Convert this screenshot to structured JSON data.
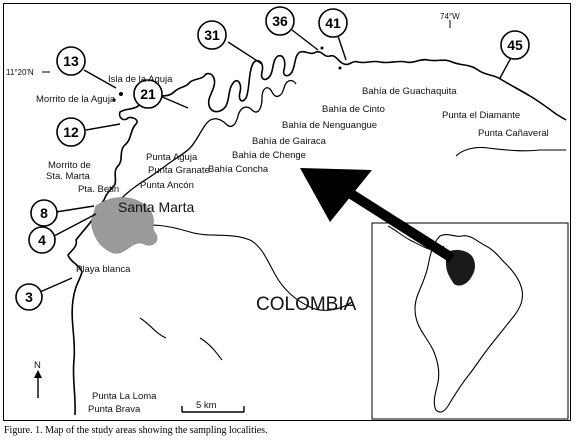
{
  "coords": {
    "lon": "74°W",
    "lat": "11°20'N"
  },
  "sites": [
    {
      "id": "s13",
      "label": "13"
    },
    {
      "id": "s12",
      "label": "12"
    },
    {
      "id": "s21",
      "label": "21"
    },
    {
      "id": "s31",
      "label": "31"
    },
    {
      "id": "s36",
      "label": "36"
    },
    {
      "id": "s41",
      "label": "41"
    },
    {
      "id": "s45",
      "label": "45"
    },
    {
      "id": "s8",
      "label": "8"
    },
    {
      "id": "s4",
      "label": "4"
    },
    {
      "id": "s3",
      "label": "3"
    }
  ],
  "places": {
    "isla_aguja": "Isla de la Aguja",
    "morrito_aguja": "Morrito de la Aguja",
    "punta_aguja": "Punta Aguja",
    "punta_granate": "Punta Granate",
    "punta_ancon": "Punta Ancón",
    "bahia_concha": "Bahía Concha",
    "bahia_chenge": "Bahía de Chenge",
    "bahia_gairaca": "Bahía de Gairaca",
    "bahia_nenguangue": "Bahía de Nenguangue",
    "bahia_cinto": "Bahía de Cinto",
    "bahia_guachaquita": "Bahía de Guachaquita",
    "punta_diamante": "Punta el Diamante",
    "punta_canaveral": "Punta Cañaveral",
    "morrito_santa_marta_1": "Morrito de",
    "morrito_santa_marta_2": "Sta. Marta",
    "pta_betin": "Pta. Betin",
    "santa_marta": "Santa Marta",
    "playa_blanca": "Playa blanca",
    "punta_la_loma": "Punta La Loma",
    "punta_brava": "Punta Brava",
    "colombia": "COLOMBIA"
  },
  "north_label": "N",
  "scale_label": "5 km",
  "caption": "Figure. 1. Map of the study areas showing the sampling localities.",
  "colors": {
    "ink": "#000000",
    "city": "#9a9a9a",
    "country_fill": "#1a1a1a",
    "paper": "#ffffff"
  }
}
